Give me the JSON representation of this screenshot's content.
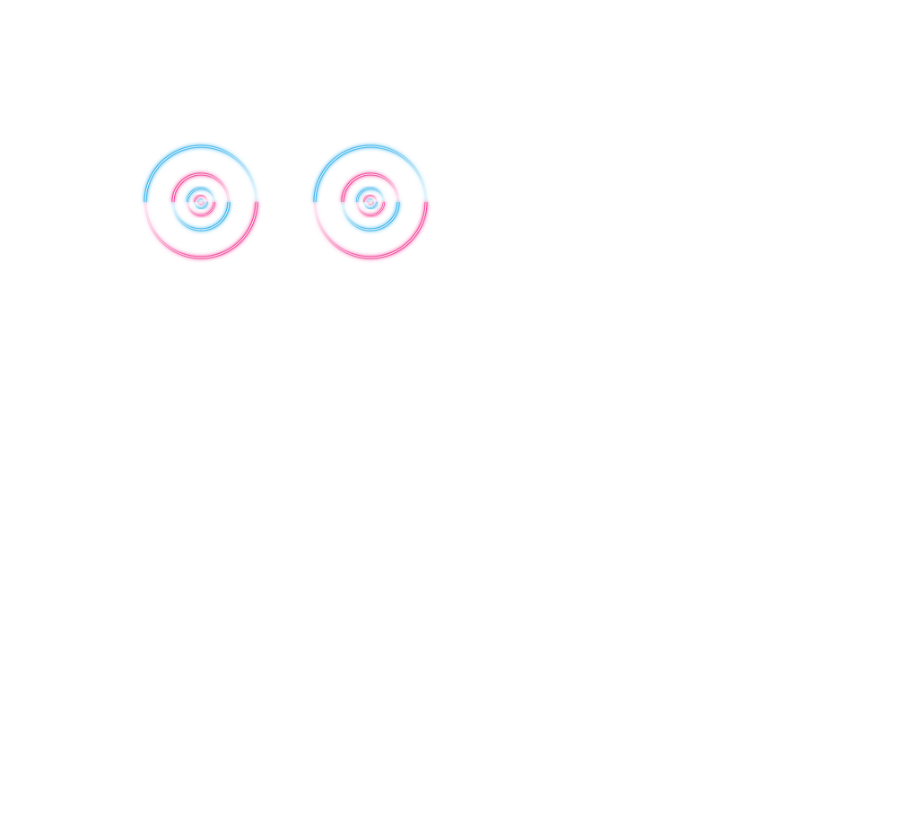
{
  "loaders": [
    {
      "name": "spiral-loader-1"
    },
    {
      "name": "spiral-loader-2"
    }
  ],
  "colors": {
    "blue": "#3bb3ea",
    "pink": "#f2479a",
    "background": "#ffffff"
  },
  "rings_per_loader": 5
}
